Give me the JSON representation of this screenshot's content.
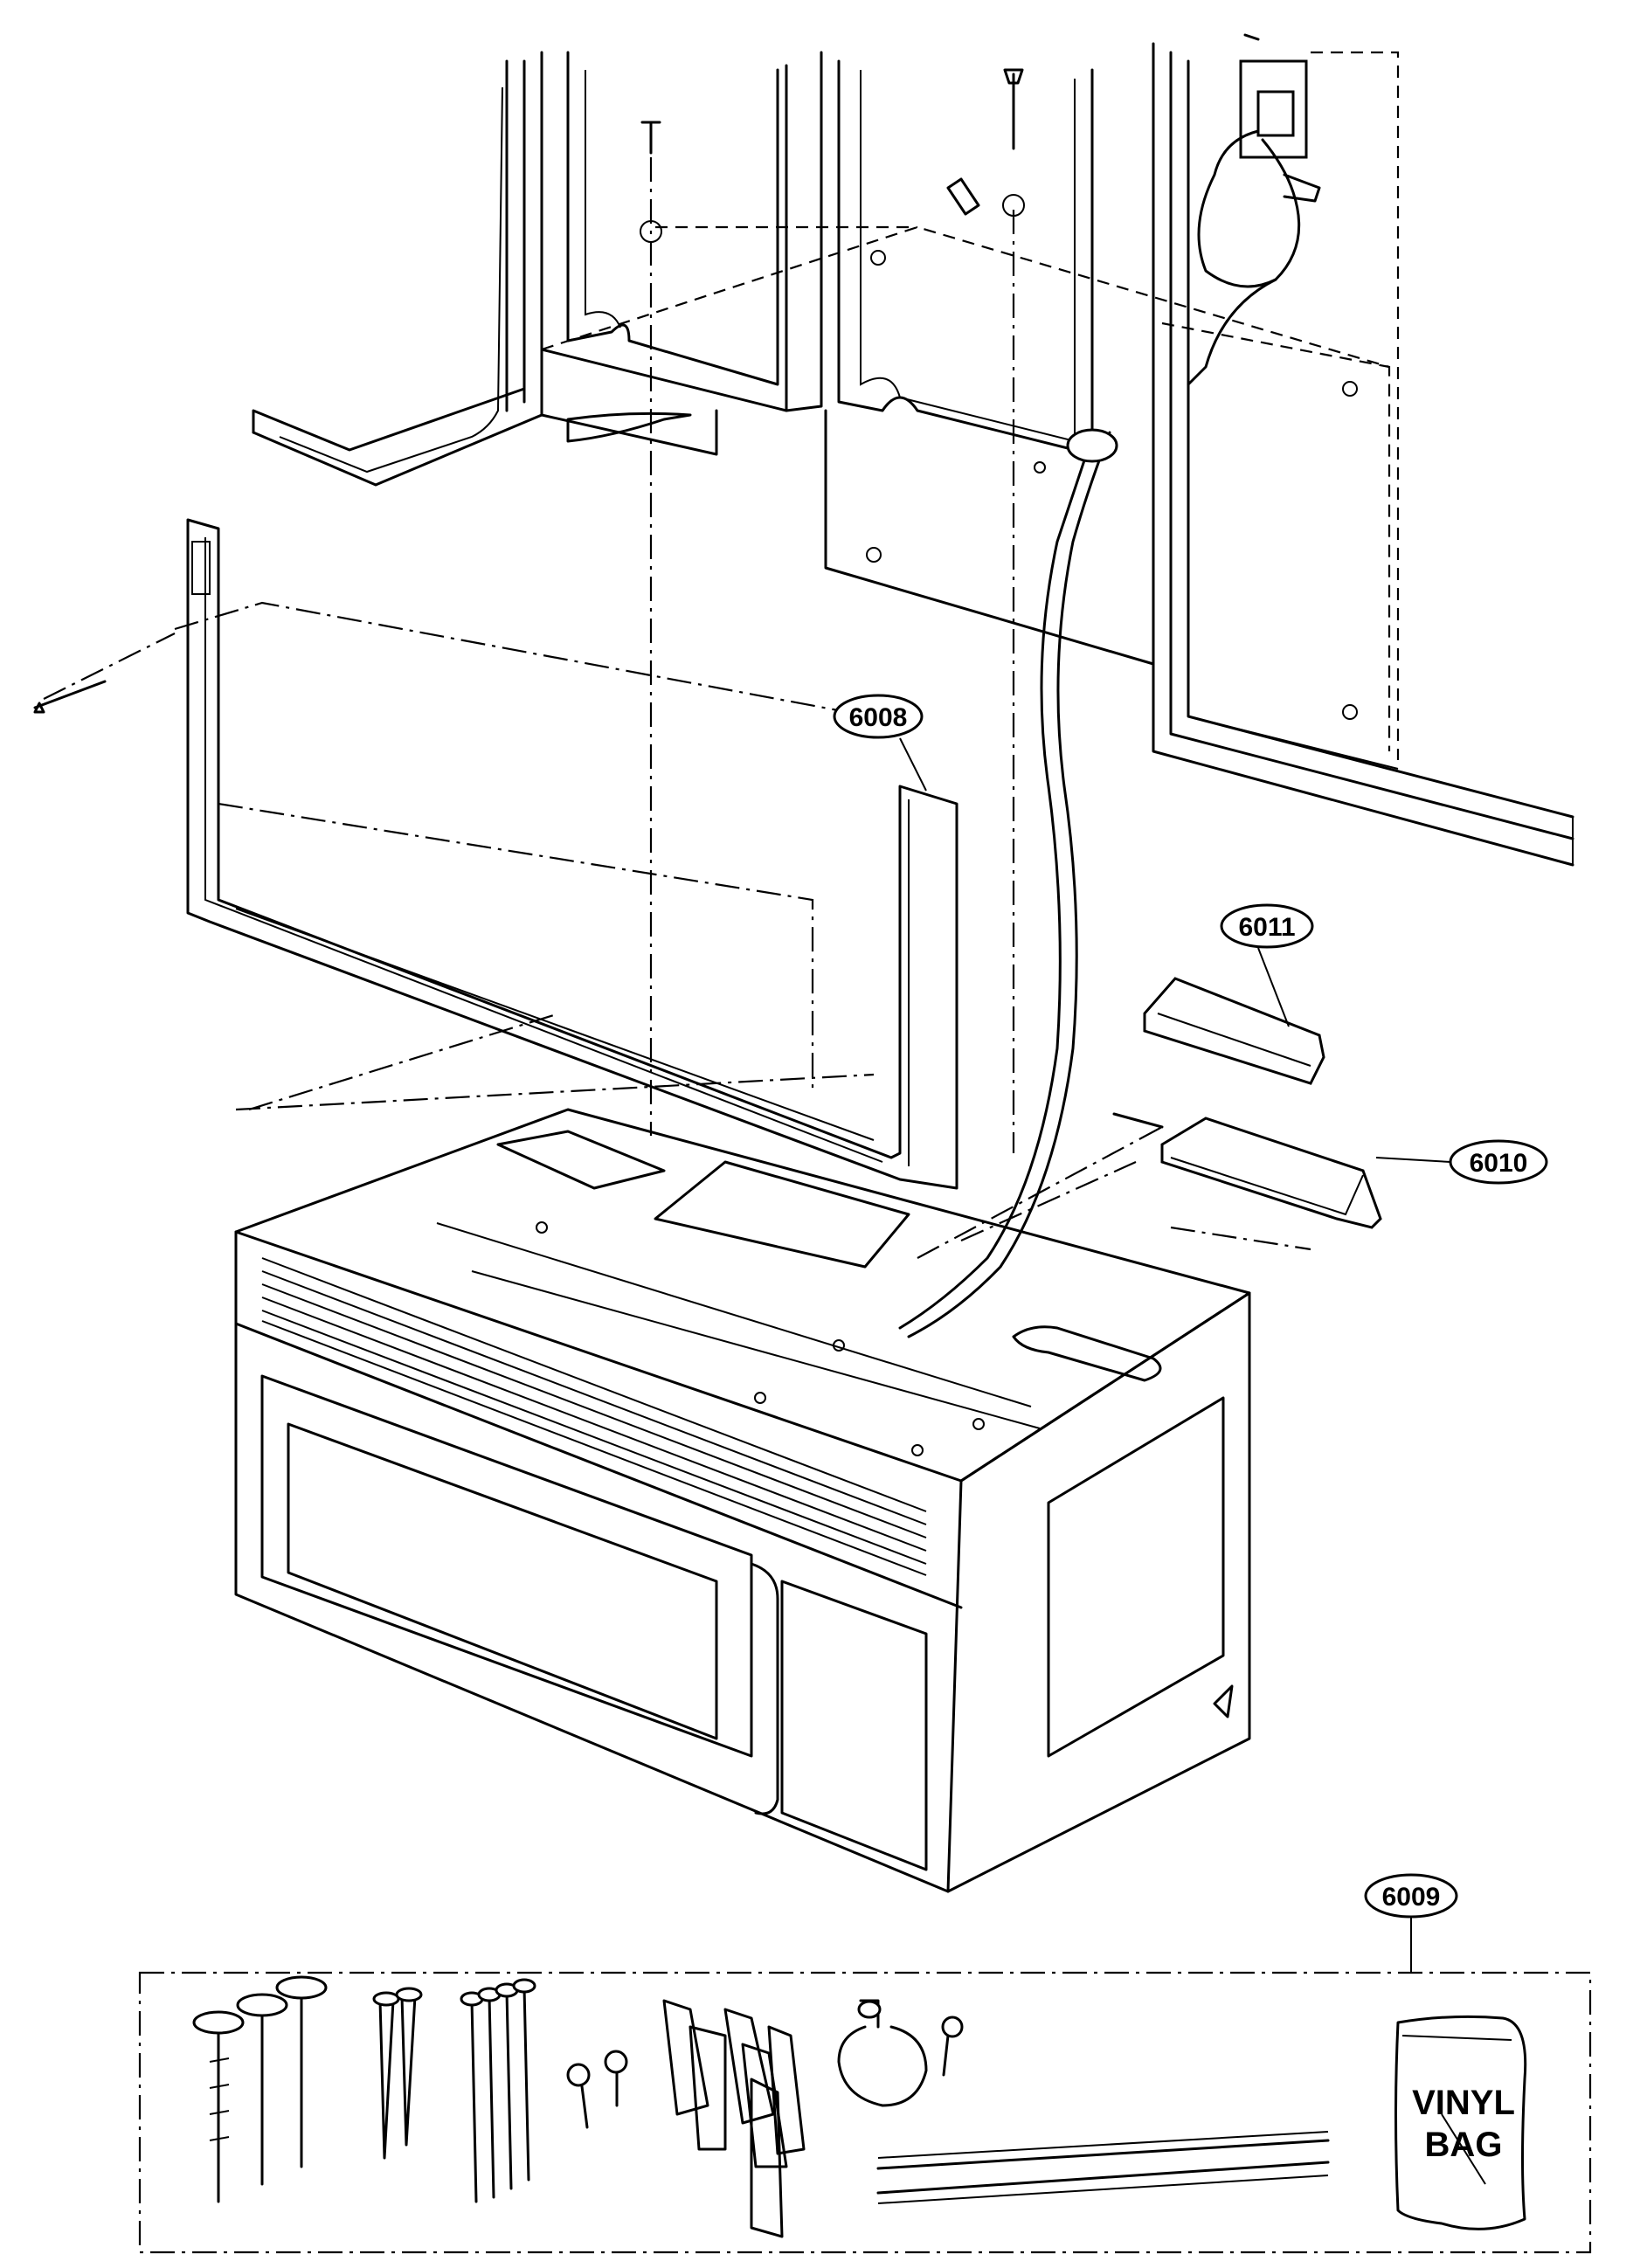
{
  "callouts": {
    "c6008": "6008",
    "c6011": "6011",
    "c6010": "6010",
    "c6009": "6009"
  },
  "bag": {
    "line1": "VINYL",
    "line2": "BAG"
  }
}
